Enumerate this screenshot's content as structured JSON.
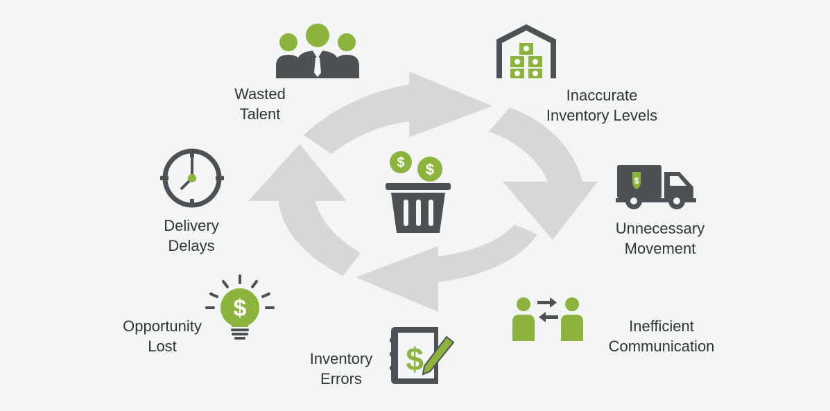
{
  "colors": {
    "green": "#8db33f",
    "dark": "#4d5054",
    "arrow": "#d6d7d8",
    "background": "#f4f5f5"
  },
  "center": {
    "icon": "trash-bin-with-dollar-coins-icon"
  },
  "items": [
    {
      "icon": "team-people-icon",
      "line1": "Wasted",
      "line2": "Talent"
    },
    {
      "icon": "warehouse-boxes-icon",
      "line1": "Inaccurate",
      "line2": "Inventory Levels"
    },
    {
      "icon": "delivery-truck-icon",
      "line1": "Unnecessary",
      "line2": "Movement"
    },
    {
      "icon": "people-exchange-icon",
      "line1": "Inefficient",
      "line2": "Communication"
    },
    {
      "icon": "dollar-document-pencil-icon",
      "line1": "Inventory",
      "line2": "Errors"
    },
    {
      "icon": "lightbulb-dollar-icon",
      "line1": "Opportunity",
      "line2": "Lost"
    },
    {
      "icon": "clock-icon",
      "line1": "Delivery",
      "line2": "Delays"
    }
  ]
}
